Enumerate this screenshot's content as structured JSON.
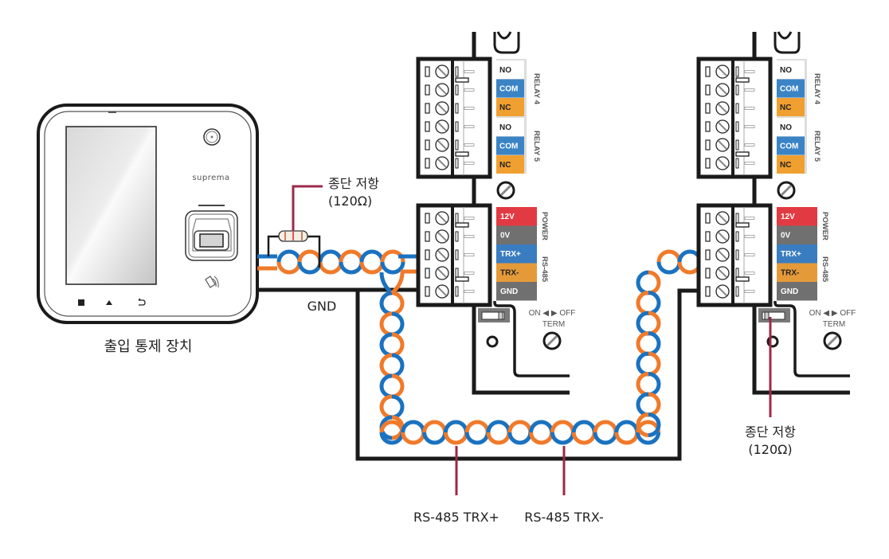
{
  "device": {
    "brand": "suprema",
    "caption": "출입 통제 장치",
    "nav_icons": [
      "square-icon",
      "home-icon",
      "back-icon"
    ]
  },
  "resistor_labels": {
    "left": {
      "line1": "종단 저항",
      "line2": "(120Ω)"
    },
    "right": {
      "line1": "종단 저항",
      "line2": "(120Ω)"
    }
  },
  "wire_labels": {
    "gnd": "GND",
    "trx_plus": "RS-485 TRX+",
    "trx_minus": "RS-485 TRX-"
  },
  "controllers": [
    {
      "relay_groups": [
        {
          "name": "RELAY 4",
          "terminals": [
            "NO",
            "COM",
            "NC"
          ]
        },
        {
          "name": "RELAY 5",
          "terminals": [
            "NO",
            "COM",
            "NC"
          ]
        }
      ],
      "power_label": "POWER",
      "rs485_label": "RS-485",
      "io_terminals": [
        "12V",
        "0V",
        "TRX+",
        "TRX-",
        "GND"
      ],
      "term_switch": {
        "line1": "ON ◀ ▶ OFF",
        "line2": "TERM",
        "state": "OFF"
      }
    },
    {
      "relay_groups": [
        {
          "name": "RELAY 4",
          "terminals": [
            "NO",
            "COM",
            "NC"
          ]
        },
        {
          "name": "RELAY 5",
          "terminals": [
            "NO",
            "COM",
            "NC"
          ]
        }
      ],
      "power_label": "POWER",
      "rs485_label": "RS-485",
      "io_terminals": [
        "12V",
        "0V",
        "TRX+",
        "TRX-",
        "GND"
      ],
      "term_switch": {
        "line1": "ON ◀ ▶ OFF",
        "line2": "TERM",
        "state": "ON"
      }
    }
  ],
  "colors": {
    "trx_plus_wire": "#1a72c0",
    "trx_minus_wire": "#f07a2a",
    "gnd_wire": "#1a1a1a",
    "leader_line": "#9b2a4a",
    "no_bg": "#ffffff",
    "com_bg": "#3a84c6",
    "nc_bg": "#f0a030",
    "v12_bg": "#e23a42",
    "v0_bg": "#707070",
    "trxp_bg": "#3a7cc0",
    "trxm_bg": "#e59a3a",
    "gnd_bg": "#707070"
  }
}
